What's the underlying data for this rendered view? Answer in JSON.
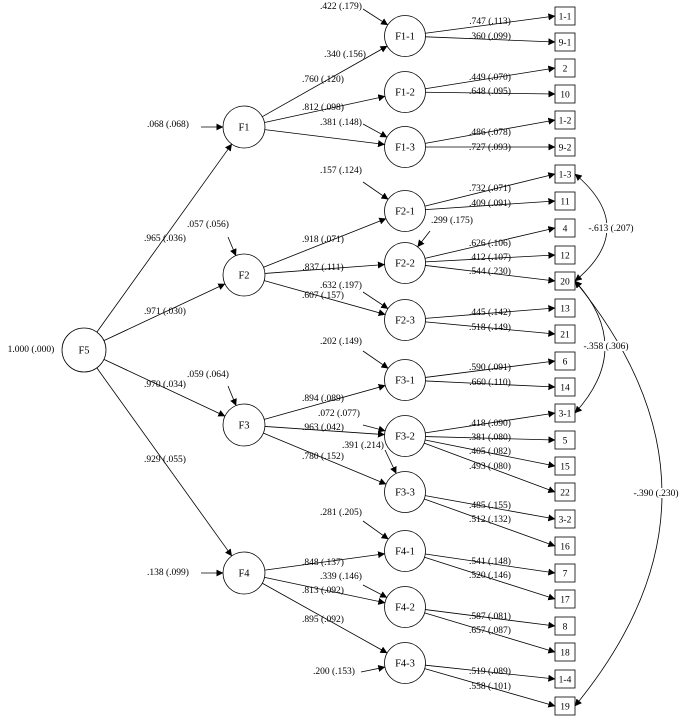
{
  "latent": [
    {
      "id": "F5",
      "label": "F5"
    },
    {
      "id": "F1",
      "label": "F1"
    },
    {
      "id": "F2",
      "label": "F2"
    },
    {
      "id": "F3",
      "label": "F3"
    },
    {
      "id": "F4",
      "label": "F4"
    },
    {
      "id": "F1-1",
      "label": "F1-1"
    },
    {
      "id": "F1-2",
      "label": "F1-2"
    },
    {
      "id": "F1-3",
      "label": "F1-3"
    },
    {
      "id": "F2-1",
      "label": "F2-1"
    },
    {
      "id": "F2-2",
      "label": "F2-2"
    },
    {
      "id": "F2-3",
      "label": "F2-3"
    },
    {
      "id": "F3-1",
      "label": "F3-1"
    },
    {
      "id": "F3-2",
      "label": "F3-2"
    },
    {
      "id": "F3-3",
      "label": "F3-3"
    },
    {
      "id": "F4-1",
      "label": "F4-1"
    },
    {
      "id": "F4-2",
      "label": "F4-2"
    },
    {
      "id": "F4-3",
      "label": "F4-3"
    }
  ],
  "indicators": [
    {
      "id": "1-1",
      "label": "1-1"
    },
    {
      "id": "9-1",
      "label": "9-1"
    },
    {
      "id": "2",
      "label": "2"
    },
    {
      "id": "10",
      "label": "10"
    },
    {
      "id": "1-2",
      "label": "1-2"
    },
    {
      "id": "9-2",
      "label": "9-2"
    },
    {
      "id": "1-3",
      "label": "1-3"
    },
    {
      "id": "11",
      "label": "11"
    },
    {
      "id": "4",
      "label": "4"
    },
    {
      "id": "12",
      "label": "12"
    },
    {
      "id": "20",
      "label": "20"
    },
    {
      "id": "13",
      "label": "13"
    },
    {
      "id": "21",
      "label": "21"
    },
    {
      "id": "6",
      "label": "6"
    },
    {
      "id": "14",
      "label": "14"
    },
    {
      "id": "3-1",
      "label": "3-1"
    },
    {
      "id": "5",
      "label": "5"
    },
    {
      "id": "15",
      "label": "15"
    },
    {
      "id": "22",
      "label": "22"
    },
    {
      "id": "3-2",
      "label": "3-2"
    },
    {
      "id": "16",
      "label": "16"
    },
    {
      "id": "7",
      "label": "7"
    },
    {
      "id": "17",
      "label": "17"
    },
    {
      "id": "8",
      "label": "8"
    },
    {
      "id": "18",
      "label": "18"
    },
    {
      "id": "1-4",
      "label": "1-4"
    },
    {
      "id": "19",
      "label": "19"
    }
  ],
  "paths": [
    {
      "from": "F5",
      "to": "F1",
      "label": ".965 (.036)"
    },
    {
      "from": "F5",
      "to": "F2",
      "label": ".971 (.030)"
    },
    {
      "from": "F5",
      "to": "F3",
      "label": ".970 (.034)"
    },
    {
      "from": "F5",
      "to": "F4",
      "label": ".929 (.055)"
    },
    {
      "from": "F1",
      "to": "F1-1",
      "label": ".340 (.156)"
    },
    {
      "from": "F1",
      "to": "F1-2",
      "label": ".760 (.120)"
    },
    {
      "from": "F1",
      "to": "F1-3",
      "label": ".812 (.098)"
    },
    {
      "from": "F2",
      "to": "F2-1",
      "label": ".918 (.071)"
    },
    {
      "from": "F2",
      "to": "F2-2",
      "label": ".837 (.111)"
    },
    {
      "from": "F2",
      "to": "F2-3",
      "label": ".607 (.157)"
    },
    {
      "from": "F3",
      "to": "F3-1",
      "label": ".894 (.089)"
    },
    {
      "from": "F3",
      "to": "F3-2",
      "label": ".963 (.042)"
    },
    {
      "from": "F3",
      "to": "F3-3",
      "label": ".780 (.152)"
    },
    {
      "from": "F4",
      "to": "F4-1",
      "label": ".848 (.137)"
    },
    {
      "from": "F4",
      "to": "F4-2",
      "label": ".813 (.092)"
    },
    {
      "from": "F4",
      "to": "F4-3",
      "label": ".895 (.092)"
    },
    {
      "from": "F1-1",
      "to": "1-1",
      "label": ".747 (.113)"
    },
    {
      "from": "F1-1",
      "to": "9-1",
      "label": ".360 (.099)"
    },
    {
      "from": "F1-2",
      "to": "2",
      "label": ".449 (.070)"
    },
    {
      "from": "F1-2",
      "to": "10",
      "label": ".648 (.095)"
    },
    {
      "from": "F1-3",
      "to": "1-2",
      "label": ".486 (.078)"
    },
    {
      "from": "F1-3",
      "to": "9-2",
      "label": ".727 (.093)"
    },
    {
      "from": "F2-1",
      "to": "1-3",
      "label": ".732 (.071)"
    },
    {
      "from": "F2-1",
      "to": "11",
      "label": ".409 (.091)"
    },
    {
      "from": "F2-2",
      "to": "4",
      "label": ".626 (.106)"
    },
    {
      "from": "F2-2",
      "to": "12",
      "label": ".412 (.107)"
    },
    {
      "from": "F2-2",
      "to": "20",
      "label": ".544 (.230)"
    },
    {
      "from": "F2-3",
      "to": "13",
      "label": ".445 (.142)"
    },
    {
      "from": "F2-3",
      "to": "21",
      "label": ".518 (.149)"
    },
    {
      "from": "F3-1",
      "to": "6",
      "label": ".590 (.091)"
    },
    {
      "from": "F3-1",
      "to": "14",
      "label": ".660 (.110)"
    },
    {
      "from": "F3-2",
      "to": "3-1",
      "label": ".418 (.090)"
    },
    {
      "from": "F3-2",
      "to": "5",
      "label": ".381 (.080)"
    },
    {
      "from": "F3-2",
      "to": "15",
      "label": ".405 (.082)"
    },
    {
      "from": "F3-2",
      "to": "22",
      "label": ".493 (.080)"
    },
    {
      "from": "F3-3",
      "to": "3-2",
      "label": ".485 (.155)"
    },
    {
      "from": "F3-3",
      "to": "16",
      "label": ".512 (.132)"
    },
    {
      "from": "F4-1",
      "to": "7",
      "label": ".541 (.148)"
    },
    {
      "from": "F4-1",
      "to": "17",
      "label": ".520 (.146)"
    },
    {
      "from": "F4-2",
      "to": "8",
      "label": ".587 (.081)"
    },
    {
      "from": "F4-2",
      "to": "18",
      "label": ".657 (.087)"
    },
    {
      "from": "F4-3",
      "to": "1-4",
      "label": ".519 (.089)"
    },
    {
      "from": "F4-3",
      "to": "19",
      "label": ".558 (.101)"
    }
  ],
  "disturbances": [
    {
      "target": "F5",
      "label": "1.000 (.000)"
    },
    {
      "target": "F1",
      "label": ".068 (.068)"
    },
    {
      "target": "F2",
      "label": ".057 (.056)"
    },
    {
      "target": "F3",
      "label": ".059 (.064)"
    },
    {
      "target": "F4",
      "label": ".138 (.099)"
    },
    {
      "target": "F1-1",
      "label": ".422 (.179)"
    },
    {
      "target": "F1-3",
      "label": ".381 (.148)"
    },
    {
      "target": "F2-1",
      "label": ".157 (.124)"
    },
    {
      "target": "F2-2",
      "label": ".299 (.175)"
    },
    {
      "target": "F2-3",
      "label": ".632 (.197)"
    },
    {
      "target": "F3-1",
      "label": ".202 (.149)"
    },
    {
      "target": "F3-2",
      "label": ".072 (.077)"
    },
    {
      "target": "F3-3",
      "label": ".391 (.214)"
    },
    {
      "target": "F4-1",
      "label": ".281 (.205)"
    },
    {
      "target": "F4-2",
      "label": ".339 (.146)"
    },
    {
      "target": "F4-3",
      "label": ".200 (.153)"
    }
  ],
  "covariances": [
    {
      "a": "1-3",
      "b": "20",
      "label": "-.613 (.207)"
    },
    {
      "a": "20",
      "b": "3-1",
      "label": "-.358 (.306)"
    },
    {
      "a": "20",
      "b": "19",
      "label": "-.390 (.230)"
    }
  ]
}
